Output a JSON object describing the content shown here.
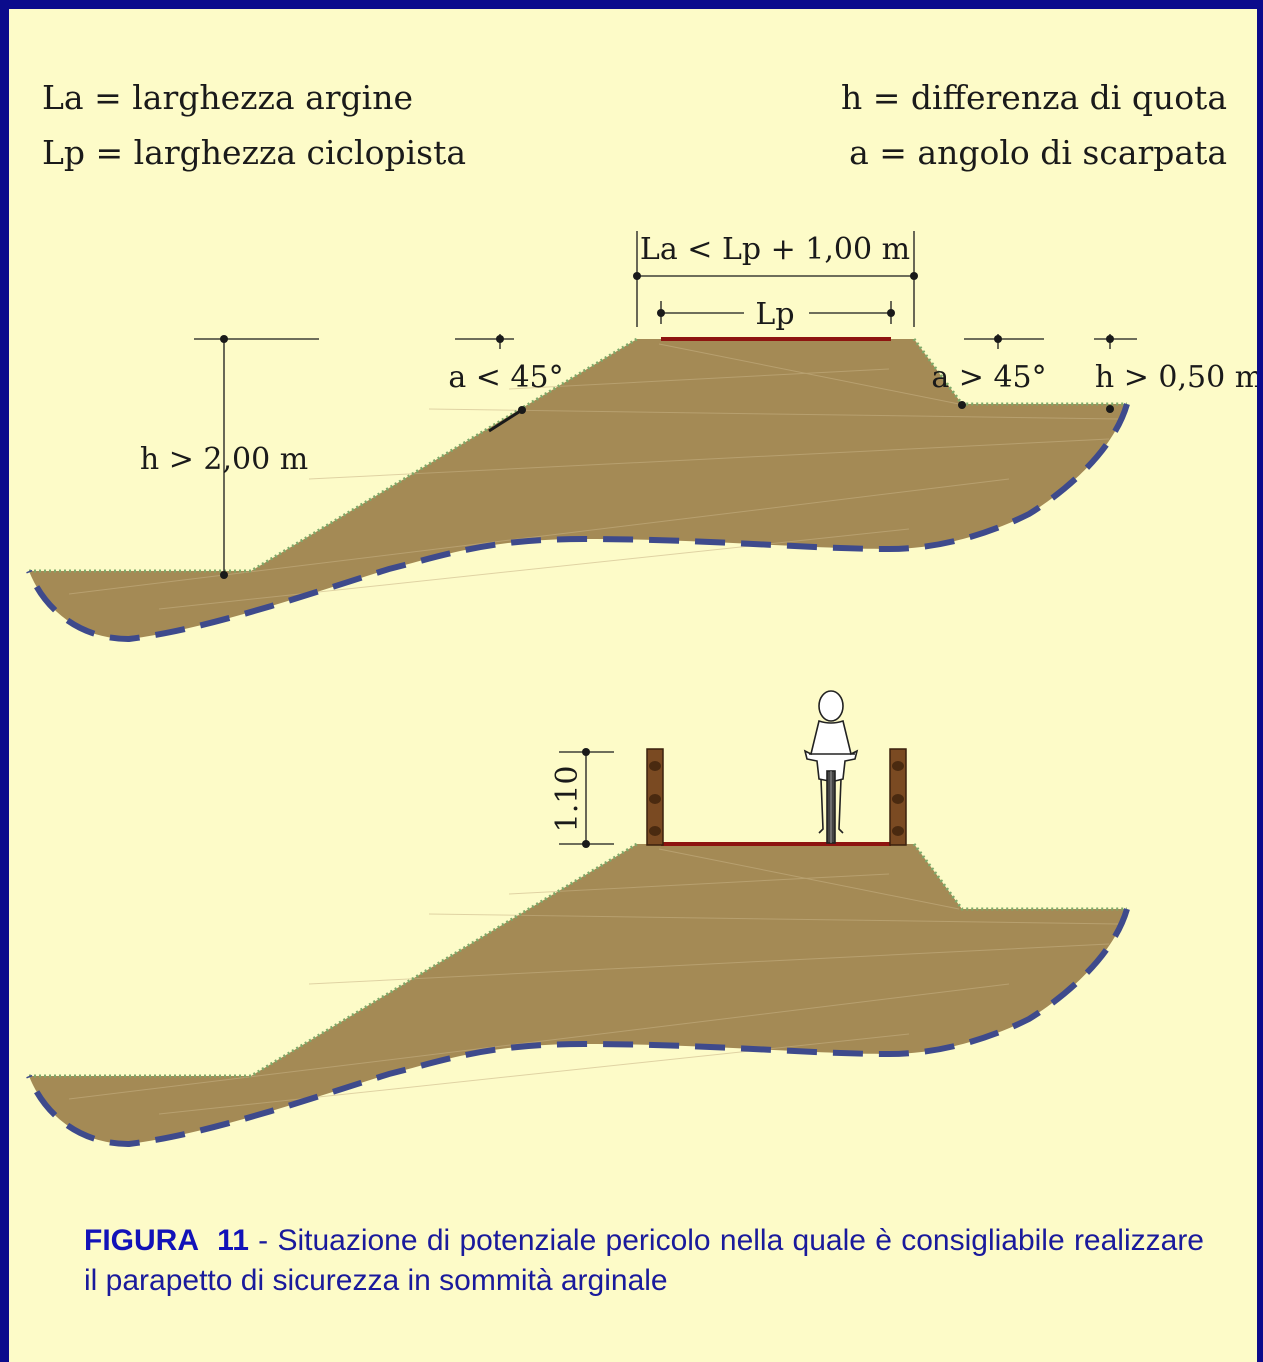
{
  "legend": {
    "la": "La = larghezza argine",
    "lp": "Lp = larghezza ciclopista",
    "h": "h = differenza di quota",
    "a": "a = angolo di scarpata"
  },
  "top_section": {
    "width_condition": "La < Lp + 1,00 m",
    "path_width": "Lp",
    "left_height": "h > 2,00 m",
    "left_angle": "a < 45°",
    "right_angle": "a > 45°",
    "right_height": "h > 0,50 m"
  },
  "bottom_section": {
    "parapet_height": "1.10"
  },
  "caption": {
    "figure": "FIGURA 11",
    "text": " - Situazione di potenziale pericolo nella quale è consigliabile realizzare il parapetto di sicurezza in sommità arginale"
  },
  "colors": {
    "background": "#fdfbc8",
    "border": "#0b0b8c",
    "earth": "#a48a55",
    "bedrock_dash": "#3e4a8c",
    "path": "#8e1410",
    "caption": "#1a1a9c"
  }
}
